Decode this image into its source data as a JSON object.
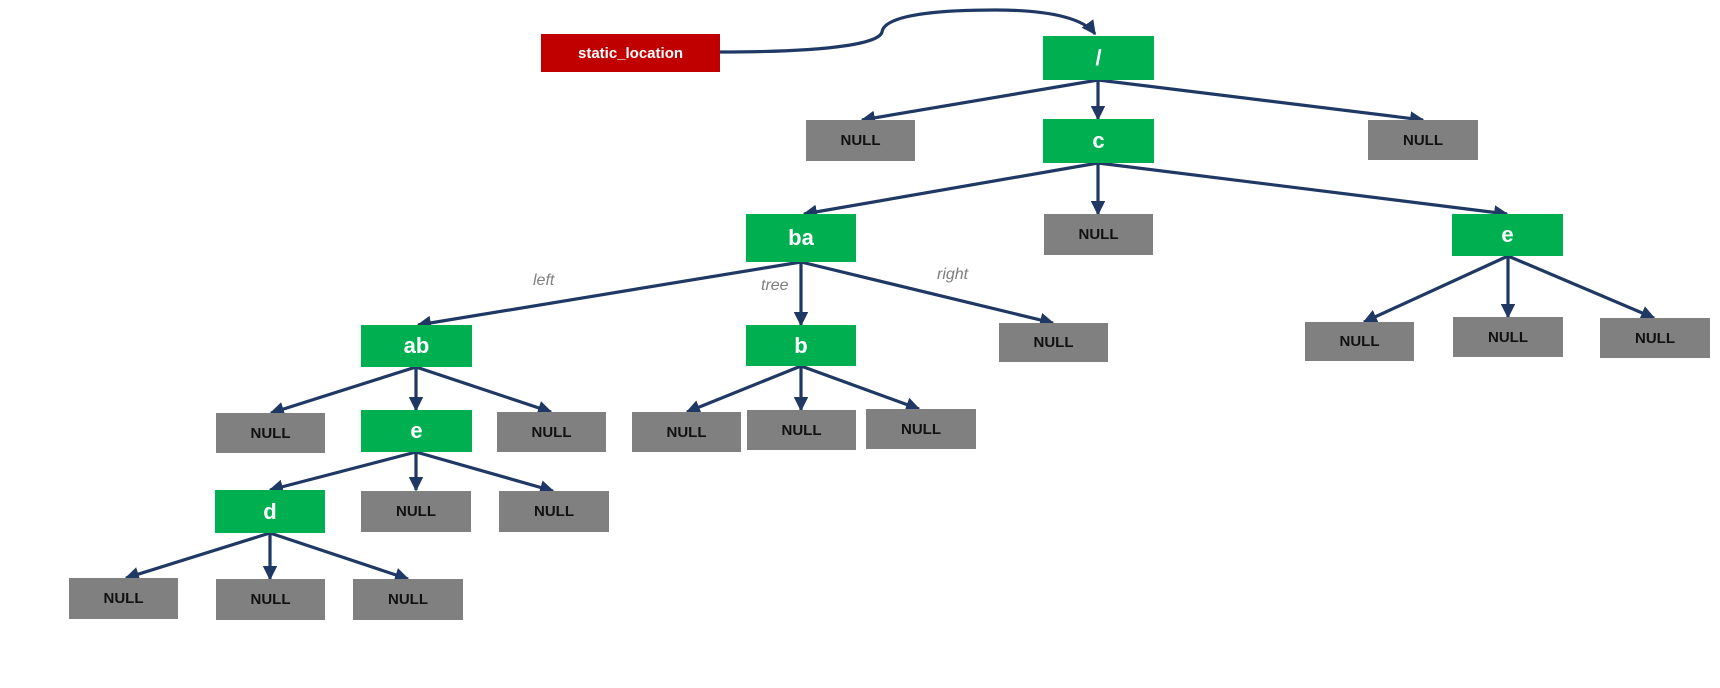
{
  "pointer": {
    "label": "static_location"
  },
  "colors": {
    "node": "#00b050",
    "null_node": "#808080",
    "pointer": "#c00000",
    "edge": "#1f3864",
    "edge_label": "#7f7f7f"
  },
  "nodes": {
    "root": "/",
    "c": "c",
    "ba": "ba",
    "e1": "e",
    "ab": "ab",
    "b": "b",
    "e2": "e",
    "d": "d"
  },
  "null_label": "NULL",
  "edge_labels": {
    "left": "left",
    "tree": "tree",
    "right": "right"
  }
}
